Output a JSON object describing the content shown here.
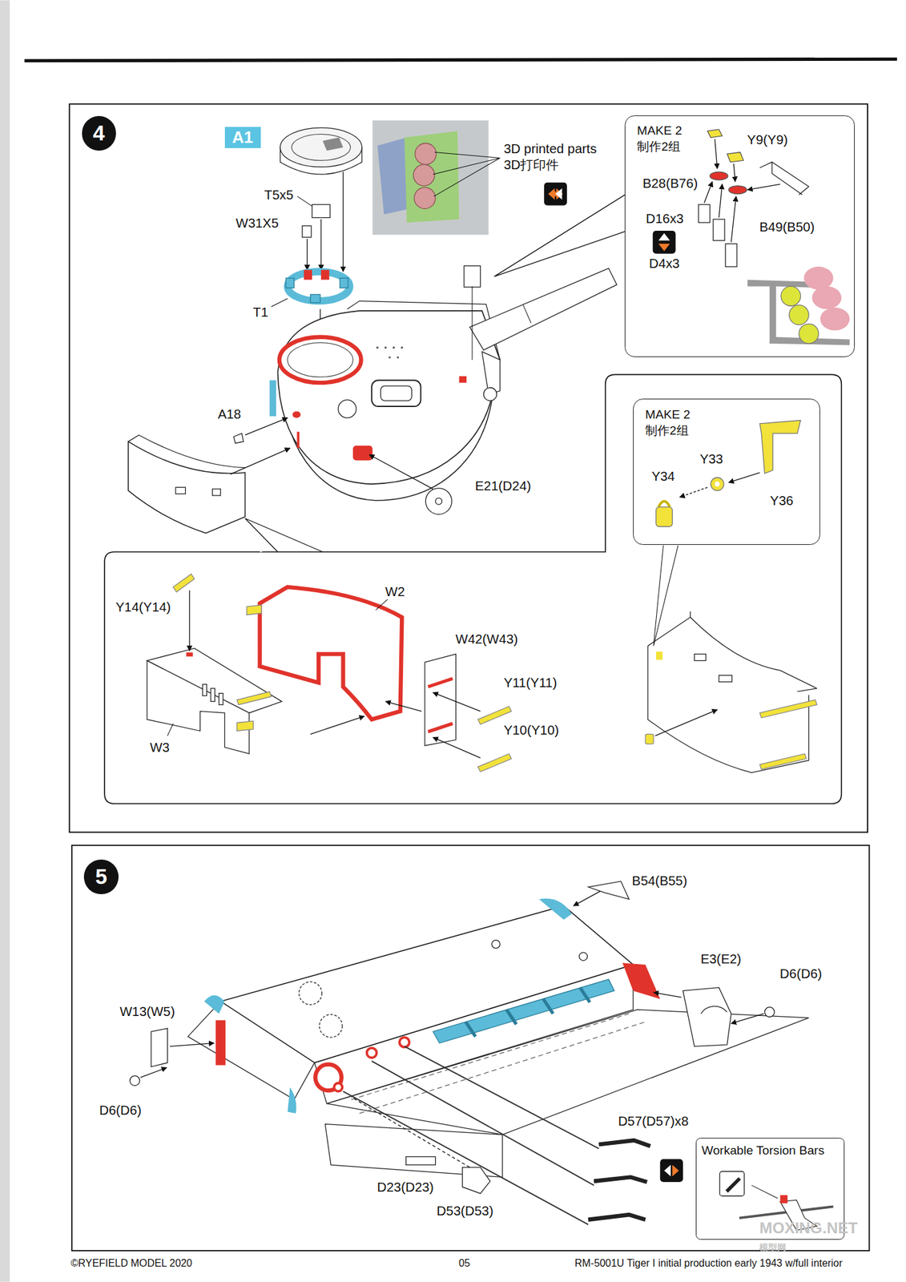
{
  "diagram": {
    "nodes": [
      {
        "text": [
          "4"
        ]
      },
      {
        "text": [
          "A1"
        ]
      },
      {
        "text": [
          "MAKE 2",
          "制作2组"
        ]
      },
      {
        "text": [
          "MAKE 2",
          "制作2组"
        ]
      },
      {
        "text": [
          "5"
        ]
      },
      {
        "text": [
          "Workable Torsion Bars"
        ]
      }
    ],
    "labels": [
      "T5x5",
      "W31X5",
      "T1",
      "3D printed parts",
      "3D打印件",
      "Y9(Y9)",
      "B28(B76)",
      "D16x3",
      "D4x3",
      "B49(B50)",
      "A18",
      "E21(D24)",
      "Y33",
      "Y34",
      "Y36",
      "Y14(Y14)",
      "W2",
      "W42(W43)",
      "Y11(Y11)",
      "Y10(Y10)",
      "W3",
      "B54(B55)",
      "E3(E2)",
      "D6(D6)",
      "W13(W5)",
      "D6(D6)",
      "D57(D57)x8",
      "D23(D23)",
      "D53(D53)",
      "©RYEFIELD MODEL 2020",
      "05",
      "RM-5001U Tiger I initial production early 1943 w/full interior",
      "MOXING.NET",
      "模型网"
    ]
  }
}
